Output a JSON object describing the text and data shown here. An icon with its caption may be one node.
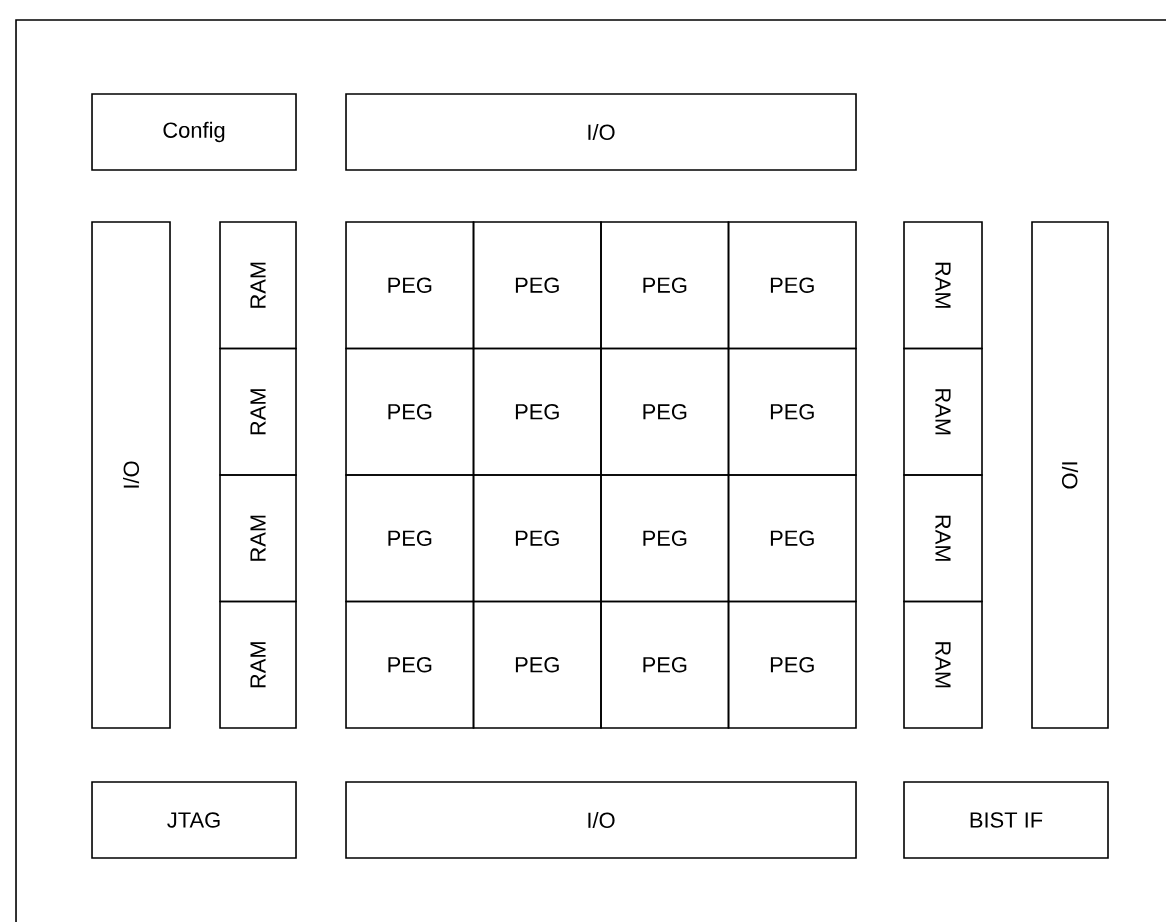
{
  "diagram": {
    "nodes": [
      {
        "text": [],
        "shape": "box"
      },
      {
        "text": [
          "Config"
        ],
        "in": 0
      },
      {
        "text": [
          "I/O"
        ],
        "in": 0
      },
      {
        "text": [
          "I/O"
        ],
        "in": 0
      },
      {
        "text": [
          "RAM"
        ],
        "in": 0
      },
      {
        "text": [
          "RAM"
        ],
        "in": 0
      },
      {
        "text": [
          "RAM"
        ],
        "in": 0
      },
      {
        "text": [
          "RAM"
        ],
        "in": 0
      },
      {
        "text": [
          "PEG"
        ],
        "in": 0
      },
      {
        "text": [
          "PEG"
        ],
        "in": 0
      },
      {
        "text": [
          "PEG"
        ],
        "in": 0
      },
      {
        "text": [
          "PEG"
        ],
        "in": 0
      },
      {
        "text": [
          "PEG"
        ],
        "in": 0
      },
      {
        "text": [
          "PEG"
        ],
        "in": 0
      },
      {
        "text": [
          "PEG"
        ],
        "in": 0
      },
      {
        "text": [
          "PEG"
        ],
        "in": 0
      },
      {
        "text": [
          "PEG"
        ],
        "in": 0
      },
      {
        "text": [
          "PEG"
        ],
        "in": 0
      },
      {
        "text": [
          "PEG"
        ],
        "in": 0
      },
      {
        "text": [
          "PEG"
        ],
        "in": 0
      },
      {
        "text": [
          "PEG"
        ],
        "in": 0
      },
      {
        "text": [
          "PEG"
        ],
        "in": 0
      },
      {
        "text": [
          "PEG"
        ],
        "in": 0
      },
      {
        "text": [
          "PEG"
        ],
        "in": 0
      },
      {
        "text": [
          "RAM"
        ],
        "in": 0
      },
      {
        "text": [
          "RAM"
        ],
        "in": 0
      },
      {
        "text": [
          "RAM"
        ],
        "in": 0
      },
      {
        "text": [
          "RAM"
        ],
        "in": 0
      },
      {
        "text": [
          "I/O"
        ],
        "in": 0
      },
      {
        "text": [
          "JTAG"
        ],
        "in": 0
      },
      {
        "text": [
          "I/O"
        ],
        "in": 0
      },
      {
        "text": [
          "BIST IF"
        ],
        "in": 0
      }
    ]
  }
}
